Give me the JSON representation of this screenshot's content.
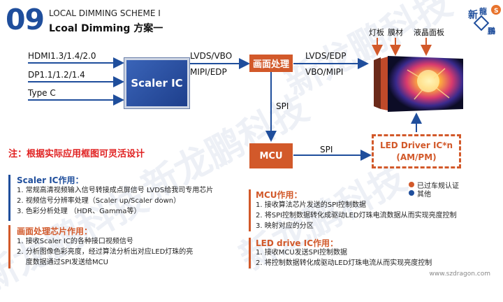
{
  "header": {
    "number": "09",
    "title_en": "LOCAL DIMMING SCHEME I",
    "title_cn": "Lcoal Dimming 方案一"
  },
  "logo": {
    "text": "新龍鵬",
    "icon": "sz-dragon-logo-icon"
  },
  "watermark": "新龙鹏科技",
  "diagram": {
    "inputs": [
      "HDMI1.3/1.4/2.0",
      "DP1.1/1.2/1.4",
      "Type C"
    ],
    "scaler_label": "Scaler IC",
    "link1_top": "LVDS/VBO",
    "link1_bottom": "MIPI/EDP",
    "processor_label": "画面处理",
    "link2_top": "LVDS/EDP",
    "link2_bottom": "VBO/MIPI",
    "spi_vertical": "SPI",
    "mcu_label": "MCU",
    "spi_horizontal": "SPI",
    "led_driver_line1": "LED Driver IC*n",
    "led_driver_line2": "(AM/PM)",
    "panel_labels": [
      "灯板",
      "膜材",
      "液晶面板"
    ],
    "legend": [
      {
        "label": "已过车规认证",
        "color": "#d2592a"
      },
      {
        "label": "其他",
        "color": "#1f4e9c"
      }
    ]
  },
  "note": "注：根据实际应用框图可灵活设计",
  "sections": {
    "scaler": {
      "title": "Scaler IC作用：",
      "items": [
        "1. 常规高清视频输入信号转接成点屏信号 LVDS给我司专用芯片",
        "2. 视频信号分辨率处理（Scaler up/Scaler down）",
        "3. 色彩分析处理 （HDR、Gamma等）"
      ]
    },
    "processor": {
      "title": "画面处理芯片作用：",
      "items": [
        "1. 接收Scaler IC的各种接口视频信号",
        "2. 分析图像色彩亮度，经过算法分析出对应LED灯珠的亮",
        "    度数据通过SPI发送给MCU"
      ]
    },
    "mcu": {
      "title": "MCU作用：",
      "items": [
        "1. 接收算法芯片发送的SPI控制数据",
        "2. 将SPI控制数据转化成驱动LED灯珠电流数据从而实现亮度控制",
        "3. 映射对应的分区"
      ]
    },
    "led": {
      "title": "LED drive IC作用：",
      "items": [
        "1. 接收MCU发送SPI控制数据",
        "2. 将控制数据转化成驱动LED灯珠电流从而实现亮度控制"
      ]
    }
  },
  "footer_url": "www.szdragon.com",
  "colors": {
    "accent_blue": "#1f4e9c",
    "accent_orange": "#d2592a",
    "note_red": "#e02020"
  }
}
